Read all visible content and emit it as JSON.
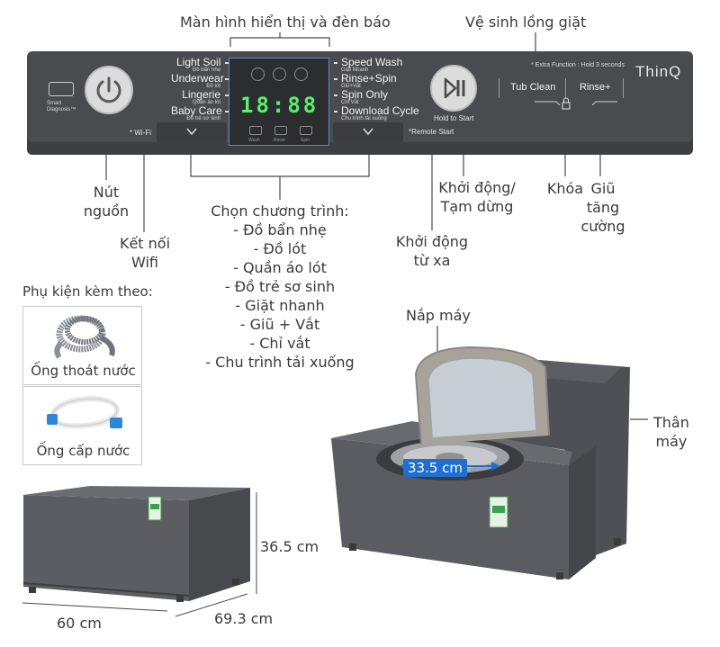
{
  "panel": {
    "smart_diagnosis": "Smart Diagnosis™",
    "wifi": "* Wi-Fi",
    "programs_left": [
      {
        "en": "Light Soil",
        "vi": "Đồ bẩn nhẹ"
      },
      {
        "en": "Underwear",
        "vi": "Đồ lót"
      },
      {
        "en": "Lingerie",
        "vi": "Quần áo lót"
      },
      {
        "en": "Baby Care",
        "vi": "Đồ trẻ sơ sinh"
      }
    ],
    "programs_right": [
      {
        "en": "Speed Wash",
        "vi": "Giặt Nhanh"
      },
      {
        "en": "Rinse+Spin",
        "vi": "Giũ+Vắt"
      },
      {
        "en": "Spin Only",
        "vi": "Chỉ Vắt"
      },
      {
        "en": "Download Cycle",
        "vi": "Chu trình tải xuống"
      }
    ],
    "display_digits": "18:88",
    "display_bottom_icons": [
      "Wash",
      "Rinse",
      "Spin"
    ],
    "hold_to_start": "Hold to Start",
    "remote_start": "*Remote Start",
    "extra_function": "* Extra Function : Hold 3 seconds",
    "tub_clean": "Tub Clean",
    "rinse_plus": "Rinse+",
    "brand": "ThinQ"
  },
  "annotations": {
    "display": "Màn hình hiển thị và đèn báo",
    "tub_clean": "Vệ sinh lồng giặt",
    "power": [
      "Nút",
      "nguồn"
    ],
    "wifi": [
      "Kết nối",
      "Wifi"
    ],
    "program_title": "Chọn chương trình:",
    "program_list": [
      "- Đồ bẩn nhẹ",
      "- Đồ lót",
      "- Quần áo lót",
      "- Đồ trẻ sơ sinh",
      "- Giặt nhanh",
      "- Giũ + Vắt",
      "- Chỉ vắt",
      "- Chu trình tải xuống"
    ],
    "start_pause": [
      "Khởi động/",
      "Tạm dừng"
    ],
    "remote_start": [
      "Khởi động",
      "từ xa"
    ],
    "lock": "Khóa",
    "rinse_plus": [
      "Giũ",
      "tăng",
      "cường"
    ],
    "lid": "Nắp máy",
    "body": [
      "Thân",
      "máy"
    ]
  },
  "accessories": {
    "title": "Phụ kiện kèm theo:",
    "items": [
      "Ống thoát nước",
      "Ống cấp nước"
    ]
  },
  "dimensions": {
    "drum_diameter": "33.5 cm",
    "height": "36.5 cm",
    "width": "60 cm",
    "depth": "69.3 cm"
  },
  "colors": {
    "panel": "#4a4b4e",
    "display_digits": "#58f06d",
    "accent_blue": "#1f6fd0",
    "machine_body": "#55575c"
  }
}
